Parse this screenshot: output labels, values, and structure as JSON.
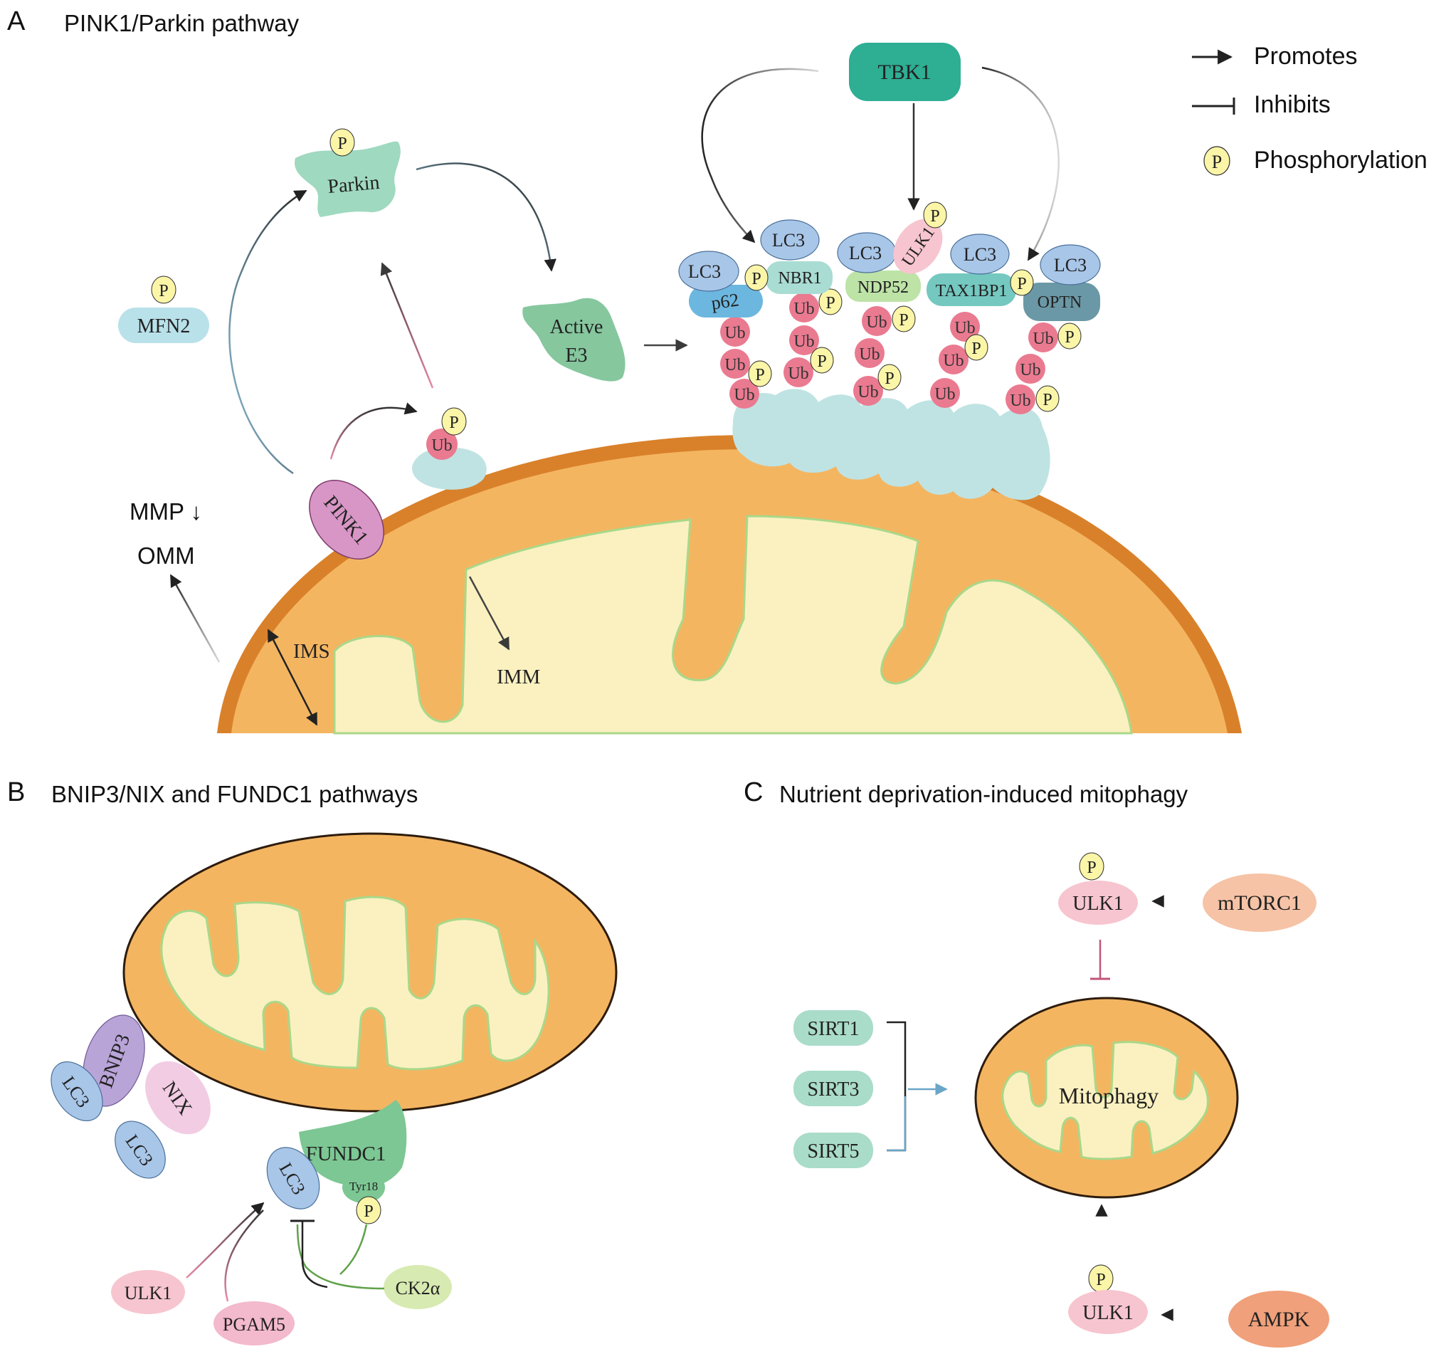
{
  "panel_a": {
    "letter": "A",
    "title": "PINK1/Parkin pathway",
    "legend": {
      "promotes": "Promotes",
      "inhibits": "Inhibits",
      "phosphorylation": "Phosphorylation"
    },
    "p_label": "P",
    "ub_label": "Ub",
    "lc3_label": "LC3",
    "nodes": {
      "tbk1": "TBK1",
      "parkin": "Parkin",
      "mfn2": "MFN2",
      "active_e3_line1": "Active",
      "active_e3_line2": "E3",
      "pink1": "PINK1",
      "p62": "p62",
      "nbr1": "NBR1",
      "ndp52": "NDP52",
      "ulk1": "ULK1",
      "tax1bp1": "TAX1BP1",
      "optn": "OPTN"
    },
    "mito_labels": {
      "mmp": "MMP ↓",
      "omm": "OMM",
      "ims": "IMS",
      "imm": "IMM"
    }
  },
  "panel_b": {
    "letter": "B",
    "title": "BNIP3/NIX and FUNDC1 pathways",
    "nodes": {
      "bnip3": "BNIP3",
      "nix": "NIX",
      "lc3": "LC3",
      "fundc1": "FUNDC1",
      "tyr18": "Tyr18",
      "p": "P",
      "ulk1": "ULK1",
      "pgam5": "PGAM5",
      "ck2a": "CK2α"
    }
  },
  "panel_c": {
    "letter": "C",
    "title": "Nutrient deprivation-induced mitophagy",
    "nodes": {
      "ulk1_top": "ULK1",
      "mtorc1": "mTORC1",
      "sirt1": "SIRT1",
      "sirt3": "SIRT3",
      "sirt5": "SIRT5",
      "mitophagy": "Mitophagy",
      "ulk1_bottom": "ULK1",
      "ampk": "AMPK",
      "p": "P"
    }
  },
  "colors": {
    "mito_outer": "#d9812a",
    "mito_matrix_space": "#f4b561",
    "mito_inner": "#fbf1c0",
    "cristae_edge": "#a9d88a",
    "receptor_cluster": "#bfe3e3",
    "ub": "#ea7a90",
    "phospho": "#fbf5a8",
    "lc3": "#a8c6e8",
    "tbk1": "#2eae93",
    "parkin": "#9fd9c0",
    "active_e3": "#86c79e",
    "pink1": "#d796c5",
    "mfn2": "#b9e1ea",
    "p62": "#6cb7df",
    "nbr1": "#a9dcd3",
    "ndp52": "#bde3a6",
    "ulk1": "#f7c5cf",
    "tax1bp1": "#74c8c0",
    "optn": "#6b98a6",
    "bnip3": "#b9a4d8",
    "nix": "#f2cce3",
    "fundc1": "#7cc793",
    "ck2a": "#d7eab1",
    "pgam5": "#f3b9cc",
    "sirt": "#a9dcc9",
    "mtorc1": "#f6c3a6",
    "ampk": "#f0a07a"
  }
}
